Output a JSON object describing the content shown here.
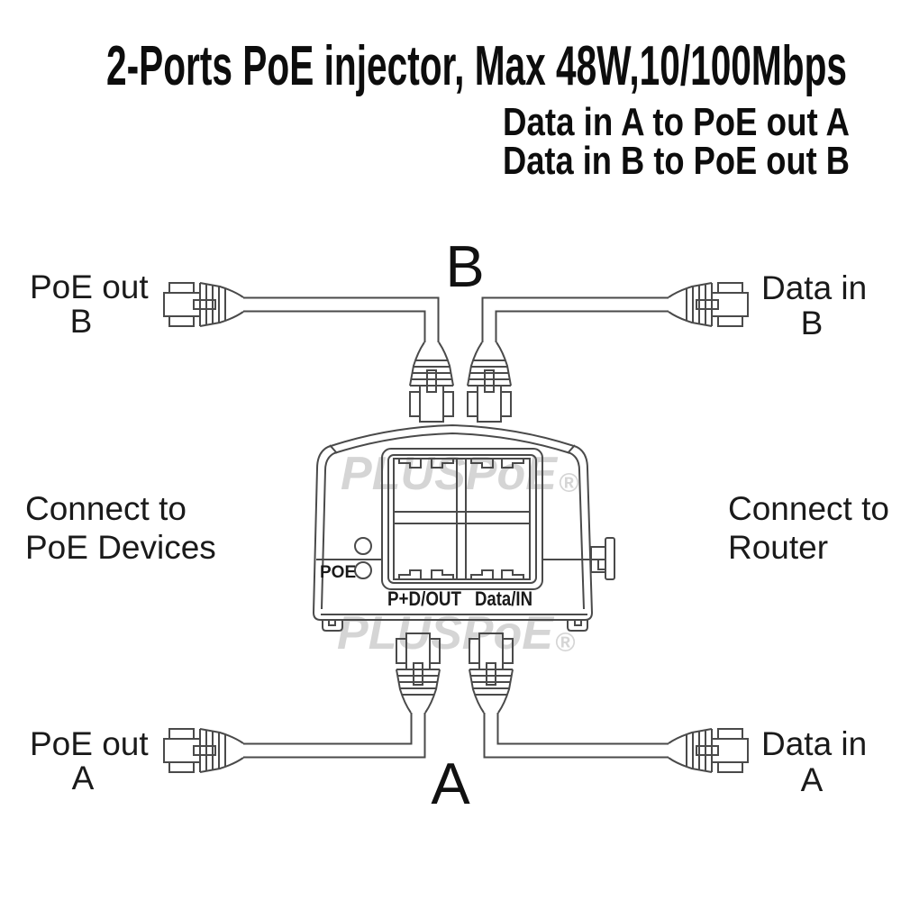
{
  "header": {
    "title": "2-Ports PoE injector, Max 48W,10/100Mbps",
    "subtitle_line1": "Data in A to PoE out A",
    "subtitle_line2": "Data in B to PoE out B"
  },
  "connections": {
    "top_left": {
      "line1": "PoE out",
      "line2": "B"
    },
    "top_right": {
      "line1": "Data in",
      "line2": "B"
    },
    "bottom_left": {
      "line1": "PoE out",
      "line2": "A"
    },
    "bottom_right": {
      "line1": "Data in",
      "line2": "A"
    },
    "top_cable_letter": "B",
    "bottom_cable_letter": "A",
    "left_note_line1": "Connect to",
    "left_note_line2": "PoE Devices",
    "right_note_line1": "Connect to",
    "right_note_line2": "Router"
  },
  "device": {
    "led_label": "POE",
    "port_label_out": "P+D/OUT",
    "port_label_in": "Data/IN",
    "brand": "PLUSPoE",
    "registered": "®"
  },
  "colors": {
    "background": "#ffffff",
    "line_art": "#4a4a4a",
    "text": "#111111",
    "watermark": "#d5d5d5"
  }
}
